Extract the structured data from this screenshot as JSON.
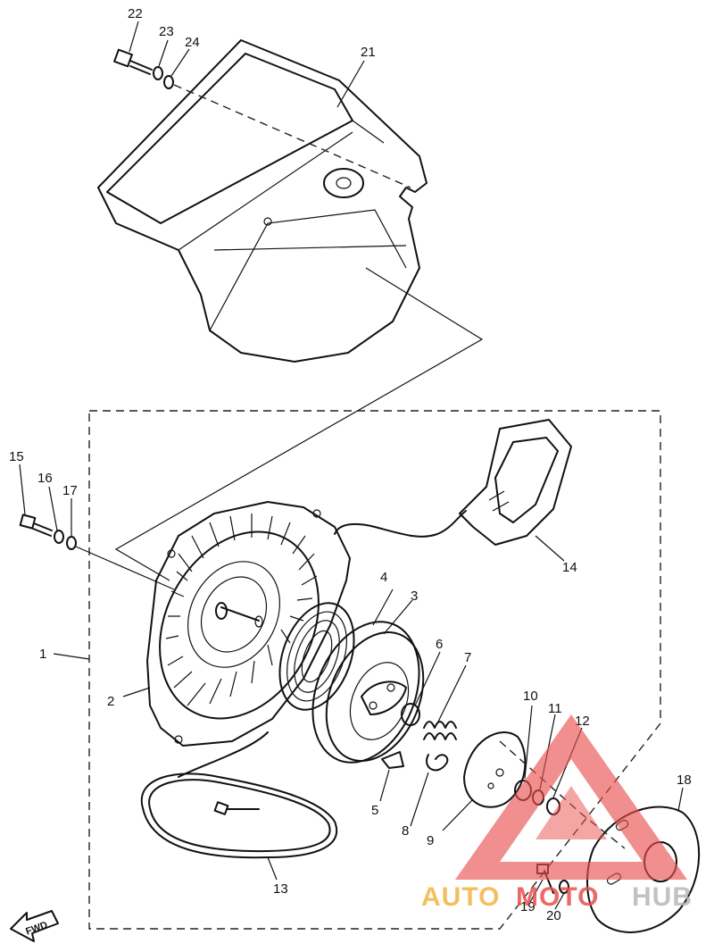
{
  "callouts": {
    "n1": "1",
    "n2": "2",
    "n3": "3",
    "n4": "4",
    "n5": "5",
    "n6": "6",
    "n7": "7",
    "n8": "8",
    "n9": "9",
    "n10": "10",
    "n11": "11",
    "n12": "12",
    "n13": "13",
    "n14": "14",
    "n15": "15",
    "n16": "16",
    "n17": "17",
    "n18": "18",
    "n19": "19",
    "n20": "20",
    "n21": "21",
    "n22": "22",
    "n23": "23",
    "n24": "24"
  },
  "direction_marker": "FWD",
  "watermark": {
    "part1": "AUTO",
    "part2": "MOTO",
    "part3": "HUB",
    "color_yellow": "#f2b544",
    "color_red": "#e8504c",
    "color_gray": "#b8b8b8"
  }
}
